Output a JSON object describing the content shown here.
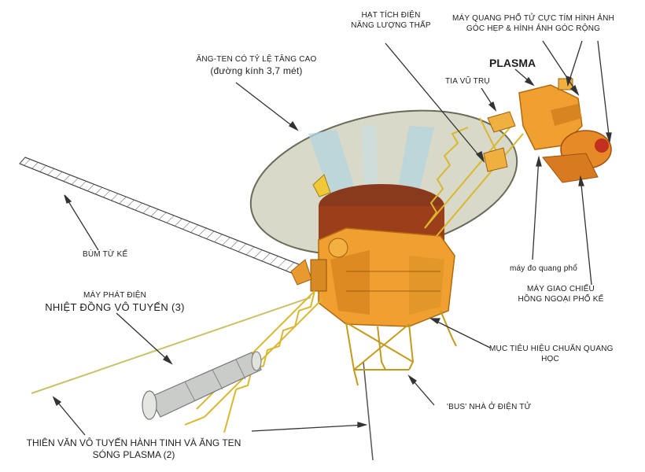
{
  "labels": {
    "lecp": [
      "HẠT TÍCH ĐIỆN",
      "NĂNG LƯỢNG THẤP"
    ],
    "uv_imaging": [
      "MÁY QUANG PHỔ TỬ CỰC TÍM HÌNH ẢNH",
      "GÓC HẸP & HÌNH ẢNH GÓC RỘNG"
    ],
    "hga": [
      "ĂNG-TEN CÓ TỶ LỆ TĂNG CAO",
      "(đường kính 3,7 mét)"
    ],
    "plasma": "PLASMA",
    "cosmic_ray": "TIA VŨ TRỤ",
    "magnetometer": "BÙM TỪ KẾ",
    "photopolarimeter": "máy đo quang phổ",
    "iris": [
      "MÁY GIAO CHIẾU",
      "HỒNG NGOẠI PHỔ KẾ"
    ],
    "rtg": [
      "MÁY PHÁT ĐIỆN",
      "NHIỆT ĐỒNG VÔ TUYẾN (3)"
    ],
    "calibration_target": [
      "MỤC TIÊU HIỆU CHUẨN QUANG",
      "HỌC"
    ],
    "bus": "'BUS' NHÀ Ở ĐIỆN TỬ",
    "pra_antenna": [
      "THIÊN VĂN VÔ TUYẾN HÀNH TINH VÀ ĂNG TEN",
      "SÓNG PLASMA (2)"
    ]
  },
  "colors": {
    "body_orange": "#f0a030",
    "dish_fill": "#d8d9c8",
    "dish_beam": "#b4d4e0",
    "truss_yellow": "#e8c840",
    "rtg_grey": "#c9ccc8",
    "leader_line": "#333333"
  }
}
